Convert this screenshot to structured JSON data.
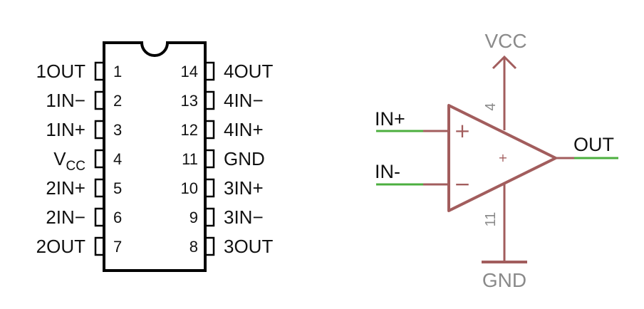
{
  "ic": {
    "pins": [
      {
        "num": "1",
        "label": "1OUT"
      },
      {
        "num": "2",
        "label": "1IN−"
      },
      {
        "num": "3",
        "label": "1IN+"
      },
      {
        "num": "4",
        "label": "V",
        "sub": "CC"
      },
      {
        "num": "5",
        "label": "2IN+"
      },
      {
        "num": "6",
        "label": "2IN−"
      },
      {
        "num": "7",
        "label": "2OUT"
      },
      {
        "num": "8",
        "label": "3OUT"
      },
      {
        "num": "9",
        "label": "3IN−"
      },
      {
        "num": "10",
        "label": "3IN+"
      },
      {
        "num": "11",
        "label": "GND"
      },
      {
        "num": "12",
        "label": "4IN+"
      },
      {
        "num": "13",
        "label": "4IN−"
      },
      {
        "num": "14",
        "label": "4OUT"
      }
    ]
  },
  "opamp": {
    "vcc_label": "VCC",
    "gnd_label": "GND",
    "in_plus_label": "IN+",
    "in_minus_label": "IN-",
    "out_label": "OUT",
    "vcc_pin": "4",
    "gnd_pin": "11",
    "plus_sign": "+",
    "minus_sign": "−",
    "center_mark": "+"
  },
  "colors": {
    "outline": "#000000",
    "symbol": "#a25d5d",
    "wire": "#4caf3f",
    "rail_text": "#8a8a8a"
  }
}
